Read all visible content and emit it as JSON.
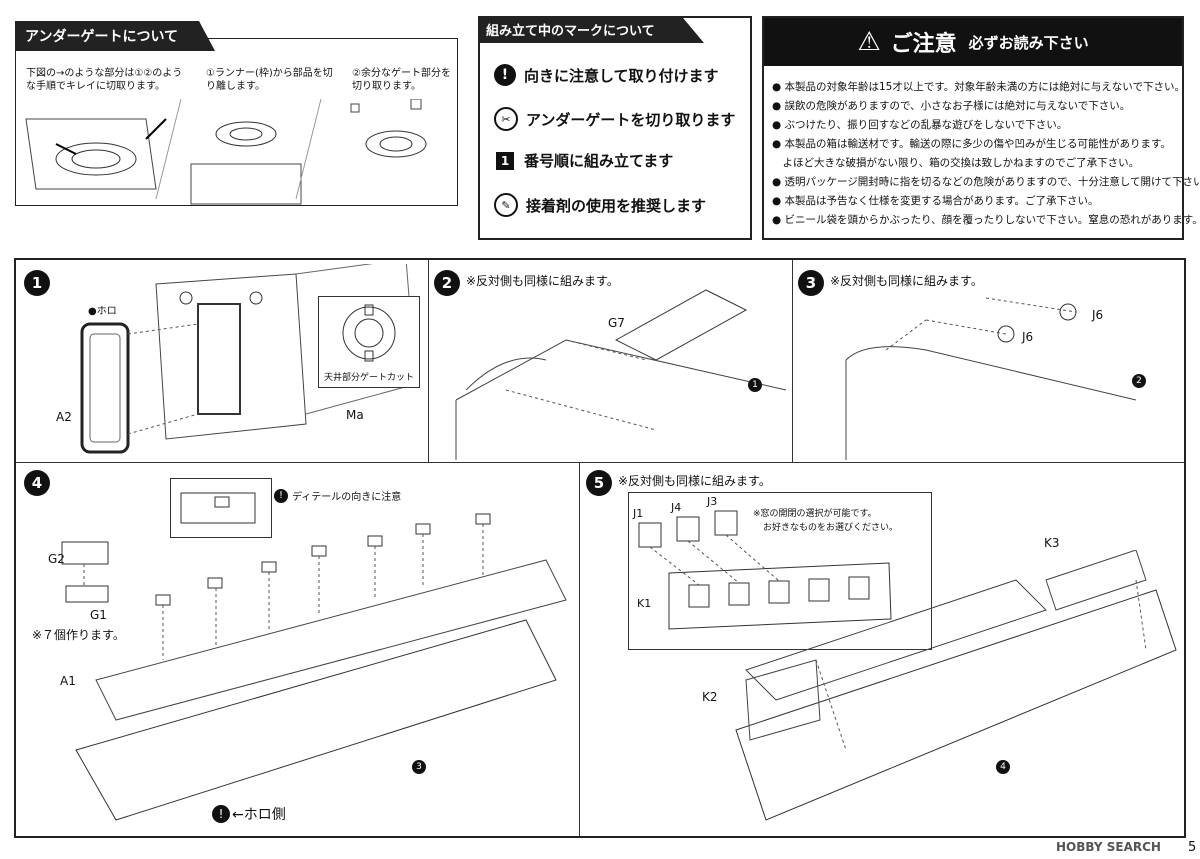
{
  "under_gate": {
    "title": "アンダーゲートについて",
    "step0": "下図の→のような部分は①②のような手順でキレイに切取ります。",
    "step1": "①ランナー(枠)から部品を切り離します。",
    "step2": "②余分なゲート部分を切り取ります。"
  },
  "marks": {
    "title": "組み立て中のマークについて",
    "items": [
      {
        "icon": "!",
        "text": "向きに注意して取り付けます"
      },
      {
        "icon": "✂",
        "text": "アンダーゲートを切り取ります"
      },
      {
        "icon": "1",
        "text": "番号順に組み立てます"
      },
      {
        "icon": "✎",
        "text": "接着剤の使用を推奨します"
      }
    ]
  },
  "caution": {
    "title": "ご注意",
    "subtitle": "必ずお読み下さい",
    "lines": [
      "● 本製品の対象年齢は15才以上です。対象年齢未満の方には絶対に与えないで下さい。",
      "● 誤飲の危険がありますので、小さなお子様には絶対に与えないで下さい。",
      "● ぶつけたり、振り回すなどの乱暴な遊びをしないで下さい。",
      "● 本製品の箱は輸送材です。輸送の際に多少の傷や凹みが生じる可能性があります。",
      "　よほど大きな破損がない限り、箱の交換は致しかねますのでご了承下さい。",
      "● 透明パッケージ開封時に指を切るなどの危険がありますので、十分注意して開けて下さい。",
      "● 本製品は予告なく仕様を変更する場合があります。ご了承下さい。",
      "● ビニール袋を頭からかぶったり、顔を覆ったりしないで下さい。窒息の恐れがあります。"
    ]
  },
  "steps": {
    "s1": {
      "num": "1",
      "horo": "●ホロ",
      "a2": "A2",
      "ma": "Ma",
      "callout": "天井部分ゲートカット"
    },
    "s2": {
      "num": "2",
      "note": "※反対側も同様に組みます。",
      "g7": "G7",
      "ref": "1"
    },
    "s3": {
      "num": "3",
      "note": "※反対側も同様に組みます。",
      "j6a": "J6",
      "j6b": "J6",
      "ref": "2"
    },
    "s4": {
      "num": "4",
      "detail": "ディテールの向きに注意",
      "g2": "G2",
      "g1": "G1",
      "make7": "※７個作ります。",
      "a1": "A1",
      "ref": "3",
      "horo_side": "←ホロ側"
    },
    "s5": {
      "num": "5",
      "note": "※反対側も同様に組みます。",
      "j1": "J1",
      "j4": "J4",
      "j3": "J3",
      "window": "※窓の開閉の選択が可能です。",
      "window2": "お好きなものをお選びください。",
      "k1": "K1",
      "k2": "K2",
      "k3": "K3",
      "ref": "4"
    }
  },
  "footer": {
    "watermark": "HOBBY SEARCH",
    "page": "5"
  }
}
